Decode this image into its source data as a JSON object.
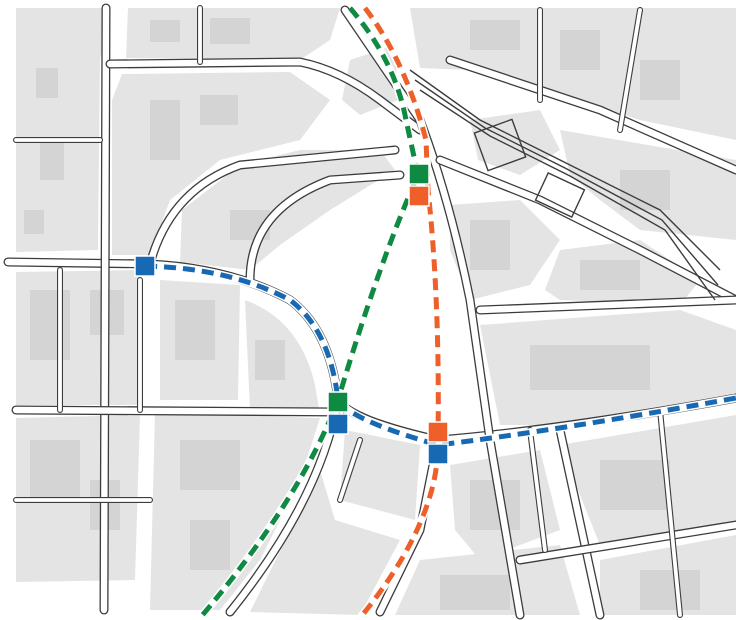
{
  "colors": {
    "blue_line": "#1769b3",
    "green_line": "#0e8a43",
    "orange_line": "#ef5f2a",
    "block_fill": "#e4e4e4",
    "building_fill": "#d4d4d4",
    "road_outline": "#3c3c3c"
  },
  "lines": [
    {
      "id": "blue",
      "color": "#1769b3"
    },
    {
      "id": "green",
      "color": "#0e8a43"
    },
    {
      "id": "orange",
      "color": "#ef5f2a"
    }
  ],
  "stations": [
    {
      "id": "west",
      "lines": [
        "blue"
      ]
    },
    {
      "id": "north",
      "lines": [
        "green",
        "orange"
      ]
    },
    {
      "id": "centre-west",
      "lines": [
        "green",
        "blue"
      ]
    },
    {
      "id": "centre-east",
      "lines": [
        "orange",
        "blue"
      ]
    }
  ]
}
